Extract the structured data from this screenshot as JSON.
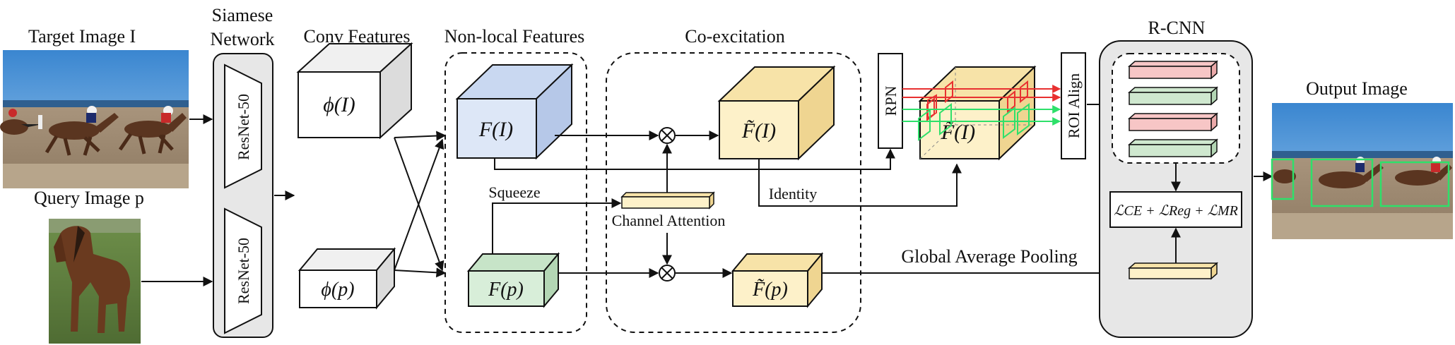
{
  "headers": {
    "target_image": "Target Image I",
    "siamese_network_line1": "Siamese",
    "siamese_network_line2": "Network",
    "conv_features": "Conv Features",
    "nonlocal_features": "Non-local Features",
    "coexcitation": "Co-excitation",
    "rcnn": "R-CNN",
    "output_image": "Output Image",
    "query_image": "Query Image p"
  },
  "backbone": {
    "top": "ResNet-50",
    "bottom": "ResNet-50"
  },
  "features": {
    "phi_I": "ϕ(I)",
    "phi_p": "ϕ(p)",
    "F_I": "F(I)",
    "F_p": "F(p)",
    "Ft_I": "F̃(I)",
    "Ft_p": "F̃(p)",
    "Ft_I_rpn": "F̃(I)"
  },
  "annotations": {
    "squeeze": "Squeeze",
    "channel_attention": "Channel Attention",
    "identity": "Identity",
    "gap": "Global Average Pooling",
    "rpn": "RPN",
    "roi_align": "ROI Align",
    "loss": "ℒCE + ℒReg + ℒMR",
    "multiply": "⊗"
  },
  "colors": {
    "blue_front": "#dde7f7",
    "blue_top": "#c9d8f1",
    "blue_side": "#b6c8e8",
    "green_front": "#d8eed9",
    "green_top": "#c7e4c8",
    "green_side": "#b3d6b4",
    "yellow_front": "#fdf1c9",
    "yellow_top": "#f7e3a8",
    "yellow_side": "#efd591",
    "gray_front": "#ffffff",
    "gray_top": "#f0f0f0",
    "gray_side": "#dcdcdc",
    "red_bar": "#f7c6c6",
    "green_bar": "#cfe8cf",
    "panel_gray": "#e7e7e7",
    "red_line": "#e83030",
    "green_line": "#2ee06a"
  }
}
